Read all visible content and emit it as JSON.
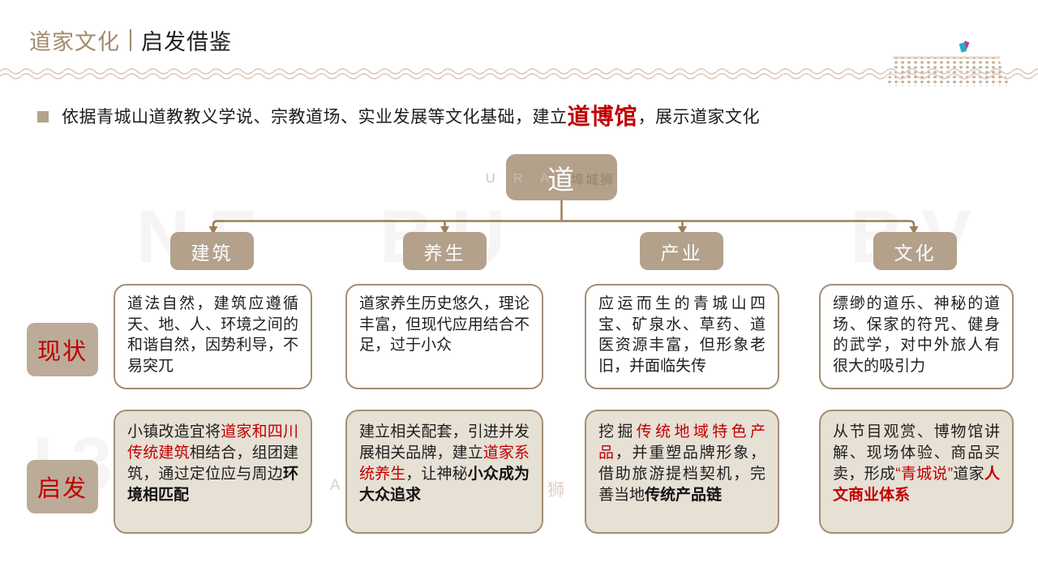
{
  "title": {
    "accent": "道家文化",
    "main": "启发借鉴"
  },
  "intro": {
    "pre": "依据青城山道教教义学说、宗教道场、实业发展等文化基础，建立",
    "highlight": "道博馆",
    "post": "，展示道家文化"
  },
  "tree": {
    "root": "道"
  },
  "rows": {
    "status_label": "现状",
    "insight_label": "启发"
  },
  "columns": [
    {
      "branch": "建筑",
      "status": "道法自然，建筑应遵循天、地、人、环境之间的和谐自然，因势利导，不易突兀",
      "insight": [
        {
          "t": "小镇改造宜将"
        },
        {
          "t": "道家和四川传统建筑",
          "red": true
        },
        {
          "t": "相结合，组团建筑，通过定位应与周边"
        },
        {
          "t": "环境相匹配",
          "bold": true
        }
      ]
    },
    {
      "branch": "养生",
      "status": "道家养生历史悠久，理论丰富，但现代应用结合不足，过于小众",
      "insight": [
        {
          "t": "建立相关配套，引进并发展相关品牌，建立"
        },
        {
          "t": "道家系统养生",
          "red": true
        },
        {
          "t": "，让神秘"
        },
        {
          "t": "小众成为大众追求",
          "bold": true
        }
      ]
    },
    {
      "branch": "产业",
      "status": "应运而生的青城山四宝、矿泉水、草药、道医资源丰富，但形象老旧，并面临失传",
      "insight": [
        {
          "t": "挖掘"
        },
        {
          "t": "传统地域特色产品",
          "red": true
        },
        {
          "t": "，并重塑品牌形象，借助旅游提档契机，完善当地"
        },
        {
          "t": "传统产品链",
          "bold": true
        }
      ]
    },
    {
      "branch": "文化",
      "status": "缥缈的道乐、神秘的道场、保家的符咒、健身的武学，对中外旅人有很大的吸引力",
      "insight": [
        {
          "t": "从节目观赏、博物馆讲解、现场体验、商品买卖，形成"
        },
        {
          "t": "“青城说”",
          "red": true
        },
        {
          "t": "道家"
        },
        {
          "t": "人文商业体系",
          "red": true,
          "bold": true
        }
      ]
    }
  ],
  "watermark": {
    "on_root_letters": "U R A",
    "on_root_cjk": "埠城狮",
    "row_letters": "B U R A",
    "row_cjk": "埠城狮",
    "ghosts": [
      "NE",
      "BU",
      "BV",
      "I3",
      "NE"
    ]
  },
  "colors": {
    "accent_red": "#c00000",
    "node_tan": "#b3a18c",
    "label_tan": "#bcab99",
    "card_border": "#a38e77",
    "insight_bg": "#e7e0d5",
    "title_tan": "#a28a6c",
    "connector_brown": "#9c7e58",
    "wave": "#ddccc3"
  }
}
